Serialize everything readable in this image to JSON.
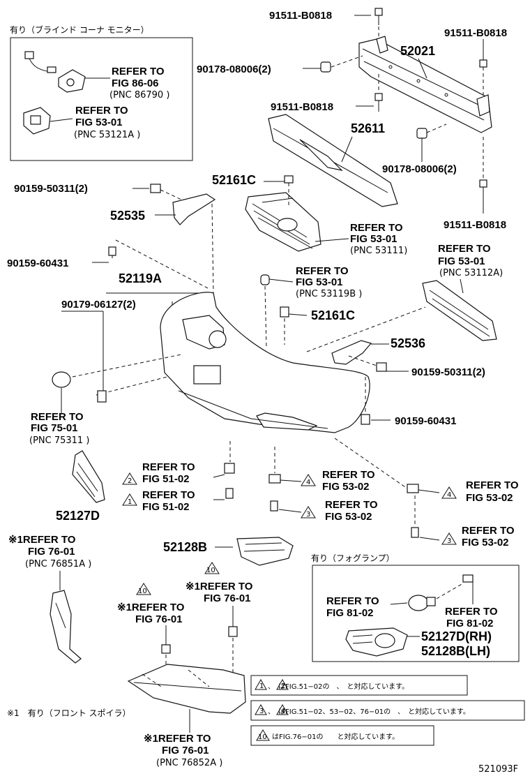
{
  "corner_ref_code": "521093F",
  "inset_blind": {
    "title": "有り（ブラインド コーナ モニター）",
    "ref1": {
      "line1": "REFER TO",
      "line2": "FIG 86-06",
      "pnc": "(PNC 86790 )"
    },
    "ref2": {
      "line1": "REFER TO",
      "line2": "FIG 53-01",
      "pnc": "(PNC 53121A )"
    }
  },
  "inset_fog": {
    "title": "有り（フォグランプ）",
    "ref1": {
      "line1": "REFER TO",
      "line2": "FIG 81-02"
    },
    "ref2": {
      "line1": "REFER TO",
      "line2": "FIG 81-02"
    },
    "p1": "52127D(RH)",
    "p2": "52128B(LH)"
  },
  "parts": {
    "bolt_top1": "91511-B0818",
    "bolt_top2": "91511-B0818",
    "bolt_mid": "91511-B0818",
    "bolt_bot": "91511-B0818",
    "reinf": "52021",
    "nut1": "90178-08006(2)",
    "nut2": "90178-08006(2)",
    "absorber": "52611",
    "clip_c1": "52161C",
    "clip_c2": "52161C",
    "screw1": "90159-50311(2)",
    "screw2": "90159-50311(2)",
    "bracket_l": "52535",
    "bracket_r": "52536",
    "screw_a": "90159-60431",
    "screw_b": "90159-60431",
    "cover": "52119A",
    "retainer": "90179-06127(2)",
    "lamp_l": "52127D",
    "lamp_cover": "52128B"
  },
  "refs": {
    "grille": {
      "line1": "REFER TO",
      "line2": "FIG  53-01",
      "pnc": "(PNC 53111)"
    },
    "lower_grille": {
      "line1": "REFER TO",
      "line2": "FIG  53-01",
      "pnc": "(PNC 53112A)"
    },
    "center": {
      "line1": "REFER TO",
      "line2": "FIG  53-01",
      "pnc": "(PNC 53119B )"
    },
    "emblem": {
      "line1": "REFER TO",
      "line2": "FIG 75-01",
      "pnc": "(PNC 75311 )"
    },
    "t2": {
      "num": "2",
      "line1": "REFER TO",
      "line2": "FIG 51-02"
    },
    "t1": {
      "num": "1",
      "line1": "REFER TO",
      "line2": "FIG 51-02"
    },
    "t4a": {
      "num": "4",
      "line1": "REFER TO",
      "line2": "FIG 53-02"
    },
    "t3a": {
      "num": "3",
      "line1": "REFER TO",
      "line2": "FIG 53-02"
    },
    "t4b": {
      "num": "4",
      "line1": "REFER TO",
      "line2": "FIG 53-02"
    },
    "t3b": {
      "num": "3",
      "line1": "REFER TO",
      "line2": "FIG 53-02"
    },
    "spoiler_side": {
      "line1": "※1REFER TO",
      "line2": "FIG 76-01",
      "pnc": "(PNC 76851A )"
    },
    "t10a": {
      "num": "10",
      "line1": "※1REFER TO",
      "line2": "FIG 76-01"
    },
    "t10b": {
      "num": "10",
      "line1": "※1REFER TO",
      "line2": "FIG 76-01"
    },
    "spoiler_low": {
      "line1": "※1REFER TO",
      "line2": "FIG 76-01",
      "pnc": "(PNC 76852A )"
    }
  },
  "spoiler_note": "※1　有り（フロント スポイラ）",
  "notes": {
    "n1a": "1",
    "n1b": "2",
    "n1text": "、　はFIG.51−02の　、　と対応しています。",
    "n2a": "3",
    "n2b": "4",
    "n2text": "、　はFIG.51−02、53−02、76−01の　、　と対応しています。",
    "n3a": "10",
    "n3text": "はFIG.76−01の　　と対応しています。"
  }
}
